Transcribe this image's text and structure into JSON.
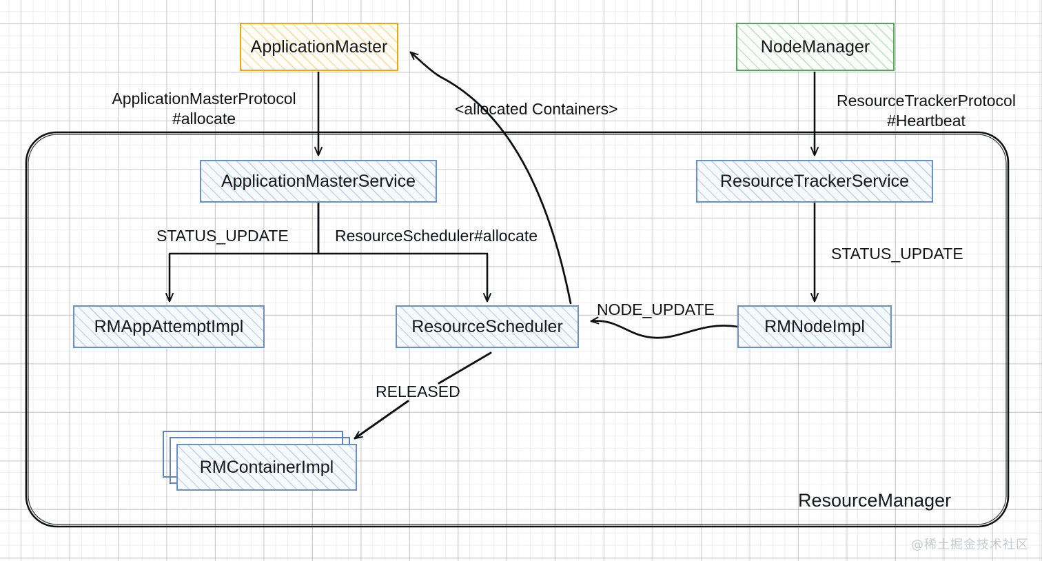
{
  "diagram": {
    "title": "YARN ResourceManager container allocation flow",
    "container": {
      "label": "ResourceManager",
      "name": "resource-manager-boundary"
    },
    "watermark": "@稀土掘金技术社区",
    "colors": {
      "blue_border": "#6a8fc4",
      "blue_fill": "#f7fafd",
      "orange_border": "#e6a817",
      "orange_fill": "#fffdf6",
      "green_border": "#55a85a",
      "green_fill": "#fafdfa",
      "edge": "#0d0f12",
      "grid_major": "#aaaaaa",
      "grid_minor": "#c8c8c8",
      "text": "#16181c",
      "watermark": "#c9cbcd"
    },
    "nodes": [
      {
        "id": "application-master",
        "label": "ApplicationMaster",
        "style": "orange"
      },
      {
        "id": "node-manager",
        "label": "NodeManager",
        "style": "green"
      },
      {
        "id": "application-master-service",
        "label": "ApplicationMasterService",
        "style": "blue"
      },
      {
        "id": "resource-tracker-service",
        "label": "ResourceTrackerService",
        "style": "blue"
      },
      {
        "id": "rm-app-attempt-impl",
        "label": "RMAppAttemptImpl",
        "style": "blue"
      },
      {
        "id": "resource-scheduler",
        "label": "ResourceScheduler",
        "style": "blue"
      },
      {
        "id": "rm-node-impl",
        "label": "RMNodeImpl",
        "style": "blue"
      },
      {
        "id": "rm-container-impl",
        "label": "RMContainerImpl",
        "style": "blue"
      }
    ],
    "edges": [
      {
        "id": "am-to-ams",
        "from": "application-master",
        "to": "application-master-service",
        "label_line1": "ApplicationMasterProtocol",
        "label_line2": "#allocate"
      },
      {
        "id": "nm-to-rts",
        "from": "node-manager",
        "to": "resource-tracker-service",
        "label_line1": "ResourceTrackerProtocol",
        "label_line2": "#Heartbeat"
      },
      {
        "id": "ams-to-rmappattempt",
        "from": "application-master-service",
        "to": "rm-app-attempt-impl",
        "label_line1": "STATUS_UPDATE",
        "label_line2": ""
      },
      {
        "id": "ams-to-scheduler",
        "from": "application-master-service",
        "to": "resource-scheduler",
        "label_line1": "ResourceScheduler#allocate",
        "label_line2": ""
      },
      {
        "id": "rts-to-rmnode",
        "from": "resource-tracker-service",
        "to": "rm-node-impl",
        "label_line1": "STATUS_UPDATE",
        "label_line2": ""
      },
      {
        "id": "rmnode-to-scheduler",
        "from": "rm-node-impl",
        "to": "resource-scheduler",
        "label_line1": "NODE_UPDATE",
        "label_line2": ""
      },
      {
        "id": "scheduler-to-am",
        "from": "resource-scheduler",
        "to": "application-master",
        "label_line1": "<allocated Containers>",
        "label_line2": ""
      },
      {
        "id": "scheduler-to-rmcontainer",
        "from": "resource-scheduler",
        "to": "rm-container-impl",
        "label_line1": "RELEASED",
        "label_line2": ""
      }
    ]
  }
}
